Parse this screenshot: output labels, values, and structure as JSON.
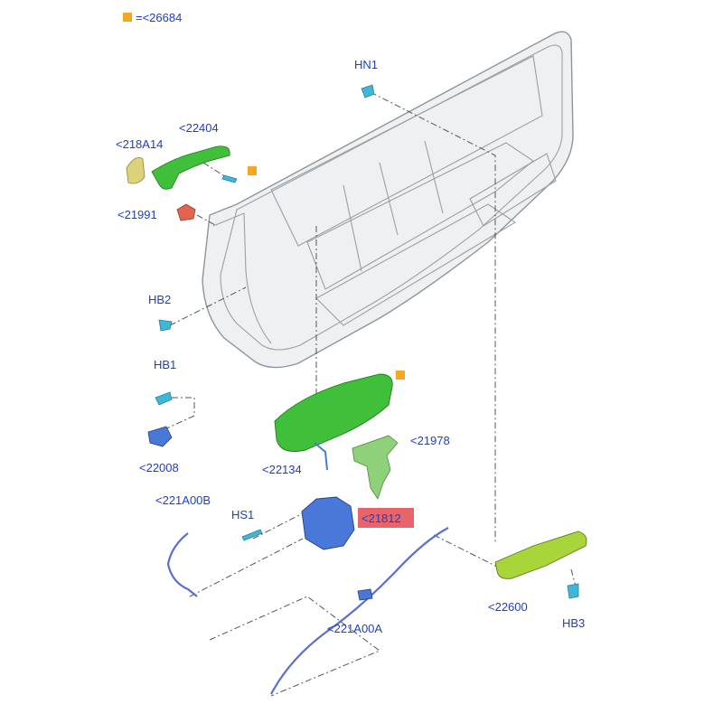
{
  "legend": {
    "swatch_color": "#f5a623",
    "text": "=<26684"
  },
  "colors": {
    "label": "#1f3fc0",
    "highlight": "#e8646b",
    "green_part": "#3fbf3a",
    "light_green_part": "#8fd17a",
    "lime_part": "#a8d63a",
    "blue_part": "#4a78d8",
    "cyan_part": "#3fb8d8",
    "red_part": "#e0644f",
    "yellow_part": "#dcd27a",
    "door_panel": "#eef0f2"
  },
  "labels": {
    "hn1": "HN1",
    "p218a14": "<218A14",
    "p22404": "<22404",
    "p21991": "<21991",
    "hb2": "HB2",
    "hb1": "HB1",
    "p22008": "<22008",
    "p21978": "<21978",
    "p22134": "<22134",
    "p221a00b": "<221A00B",
    "hs1": "HS1",
    "p21812": "<21812",
    "p22600": "<22600",
    "hb3": "HB3",
    "p221a00a": "<221A00A"
  }
}
